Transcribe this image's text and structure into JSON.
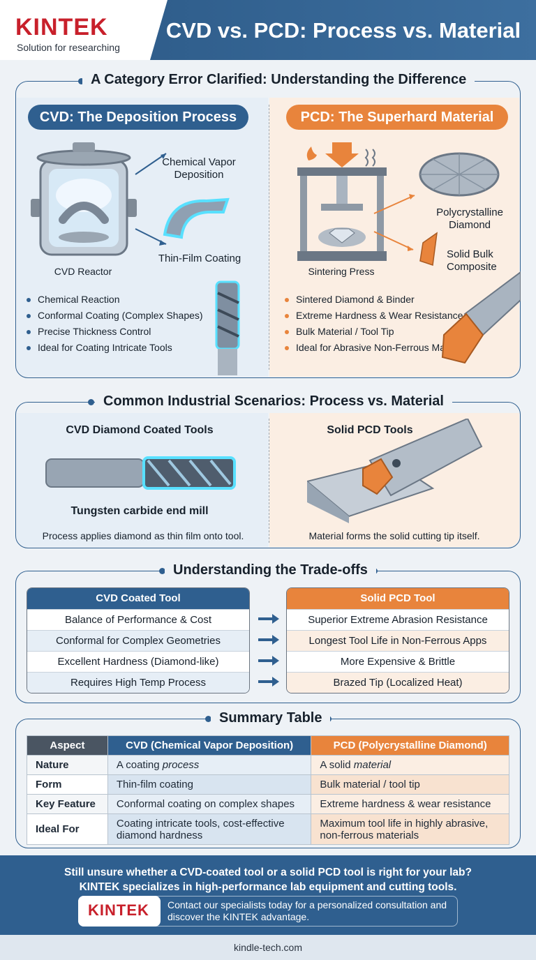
{
  "header": {
    "logo": "KINTEK",
    "tagline": "Solution for researching",
    "title": "CVD vs. PCD: Process vs. Material"
  },
  "section1": {
    "title": "A Category Error Clarified: Understanding the Difference",
    "cvd": {
      "heading": "CVD: The Deposition Process",
      "label_reactor": "CVD Reactor",
      "label_process": "Chemical Vapor Deposition",
      "label_film": "Thin-Film Coating",
      "bullets": [
        "Chemical Reaction",
        "Conformal Coating (Complex Shapes)",
        "Precise Thickness Control",
        "Ideal for Coating Intricate Tools"
      ]
    },
    "pcd": {
      "heading": "PCD: The Superhard Material",
      "label_press": "Sintering Press",
      "label_diamond": "Polycrystalline Diamond",
      "label_bulk": "Solid Bulk Composite",
      "bullets": [
        "Sintered Diamond & Binder",
        "Extreme Hardness & Wear Resistance",
        "Bulk Material / Tool Tip",
        "Ideal for Abrasive Non-Ferrous Materials"
      ]
    }
  },
  "section2": {
    "title": "Common Industrial Scenarios: Process vs. Material",
    "left_title": "CVD Diamond Coated Tools",
    "left_caption": "Tungsten carbide end mill",
    "left_desc": "Process applies diamond as thin film onto tool.",
    "right_title": "Solid PCD Tools",
    "right_desc": "Material forms the solid cutting tip itself."
  },
  "section3": {
    "title": "Understanding the Trade-offs",
    "cvd_header": "CVD Coated Tool",
    "pcd_header": "Solid PCD Tool",
    "cvd_rows": [
      "Balance of Performance & Cost",
      "Conformal for Complex Geometries",
      "Excellent Hardness (Diamond-like)",
      "Requires High Temp Process"
    ],
    "pcd_rows": [
      "Superior Extreme Abrasion Resistance",
      "Longest Tool Life in Non-Ferrous Apps",
      "More Expensive & Brittle",
      "Brazed Tip (Localized Heat)"
    ]
  },
  "section4": {
    "title": "Summary Table",
    "headers": [
      "Aspect",
      "CVD (Chemical Vapor Deposition)",
      "PCD (Polycrystalline Diamond)"
    ],
    "rows": [
      {
        "aspect": "Nature",
        "cvd_pre": "A coating ",
        "cvd_em": "process",
        "pcd_pre": "A solid ",
        "pcd_em": "material"
      },
      {
        "aspect": "Form",
        "cvd_pre": "Thin-film coating",
        "cvd_em": "",
        "pcd_pre": "Bulk material / tool tip",
        "pcd_em": ""
      },
      {
        "aspect": "Key Feature",
        "cvd_pre": "Conformal coating on complex shapes",
        "cvd_em": "",
        "pcd_pre": "Extreme hardness & wear resistance",
        "pcd_em": ""
      },
      {
        "aspect": "Ideal For",
        "cvd_pre": "Coating intricate tools, cost-effective diamond hardness",
        "cvd_em": "",
        "pcd_pre": "Maximum tool life in highly abrasive, non-ferrous materials",
        "pcd_em": ""
      }
    ]
  },
  "footer": {
    "question_line1": "Still unsure whether a CVD-coated tool or a solid PCD tool is right for your lab?",
    "question_line2": "KINTEK specializes in high-performance lab equipment and cutting tools.",
    "cta_logo": "KINTEK",
    "cta_text": "Contact our specialists today for a personalized consultation and discover the KINTEK advantage.",
    "url": "kindle-tech.com"
  },
  "colors": {
    "blue": "#2f5f8f",
    "orange": "#e8843c",
    "brand_red": "#c8202b"
  }
}
